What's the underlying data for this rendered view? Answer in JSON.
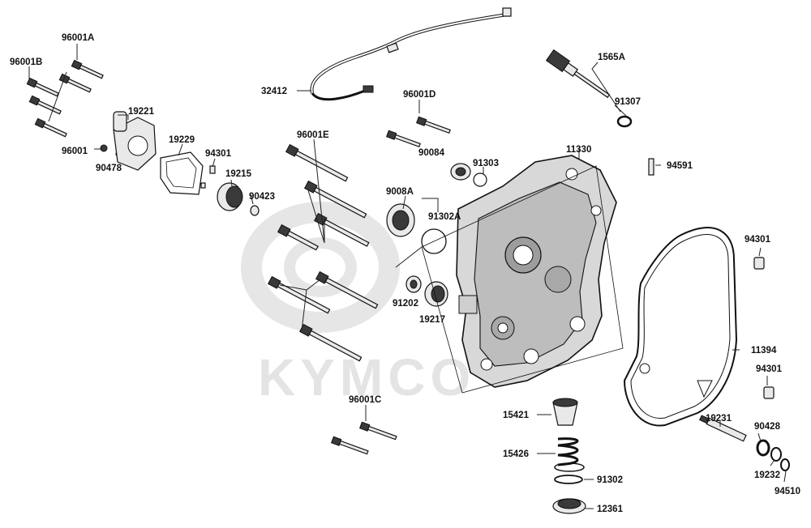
{
  "watermark": {
    "brand": "KYMCO"
  },
  "labels": {
    "p96001A": "96001A",
    "p96001B": "96001B",
    "p96001": "96001",
    "p90478": "90478",
    "p19221": "19221",
    "p19229": "19229",
    "p94301a": "94301",
    "p19215": "19215",
    "p90423": "90423",
    "p32412": "32412",
    "p96001D": "96001D",
    "p96001E": "96001E",
    "p90084": "90084",
    "p91303": "91303",
    "p9008A": "9008A",
    "p91302A": "91302A",
    "p91202": "91202",
    "p19217": "19217",
    "p11330": "11330",
    "p1565A": "1565A",
    "p91307": "91307",
    "p94591": "94591",
    "p94301b": "94301",
    "p11394": "11394",
    "p94301c": "94301",
    "p96001C": "96001C",
    "p15421": "15421",
    "p15426": "15426",
    "p91302": "91302",
    "p12361": "12361",
    "p19231": "19231",
    "p90428": "90428",
    "p19232": "19232",
    "p94510": "94510"
  },
  "colors": {
    "ink": "#111111",
    "watermark": "#e4e4e4",
    "part_fill": "#e9e9e9"
  }
}
